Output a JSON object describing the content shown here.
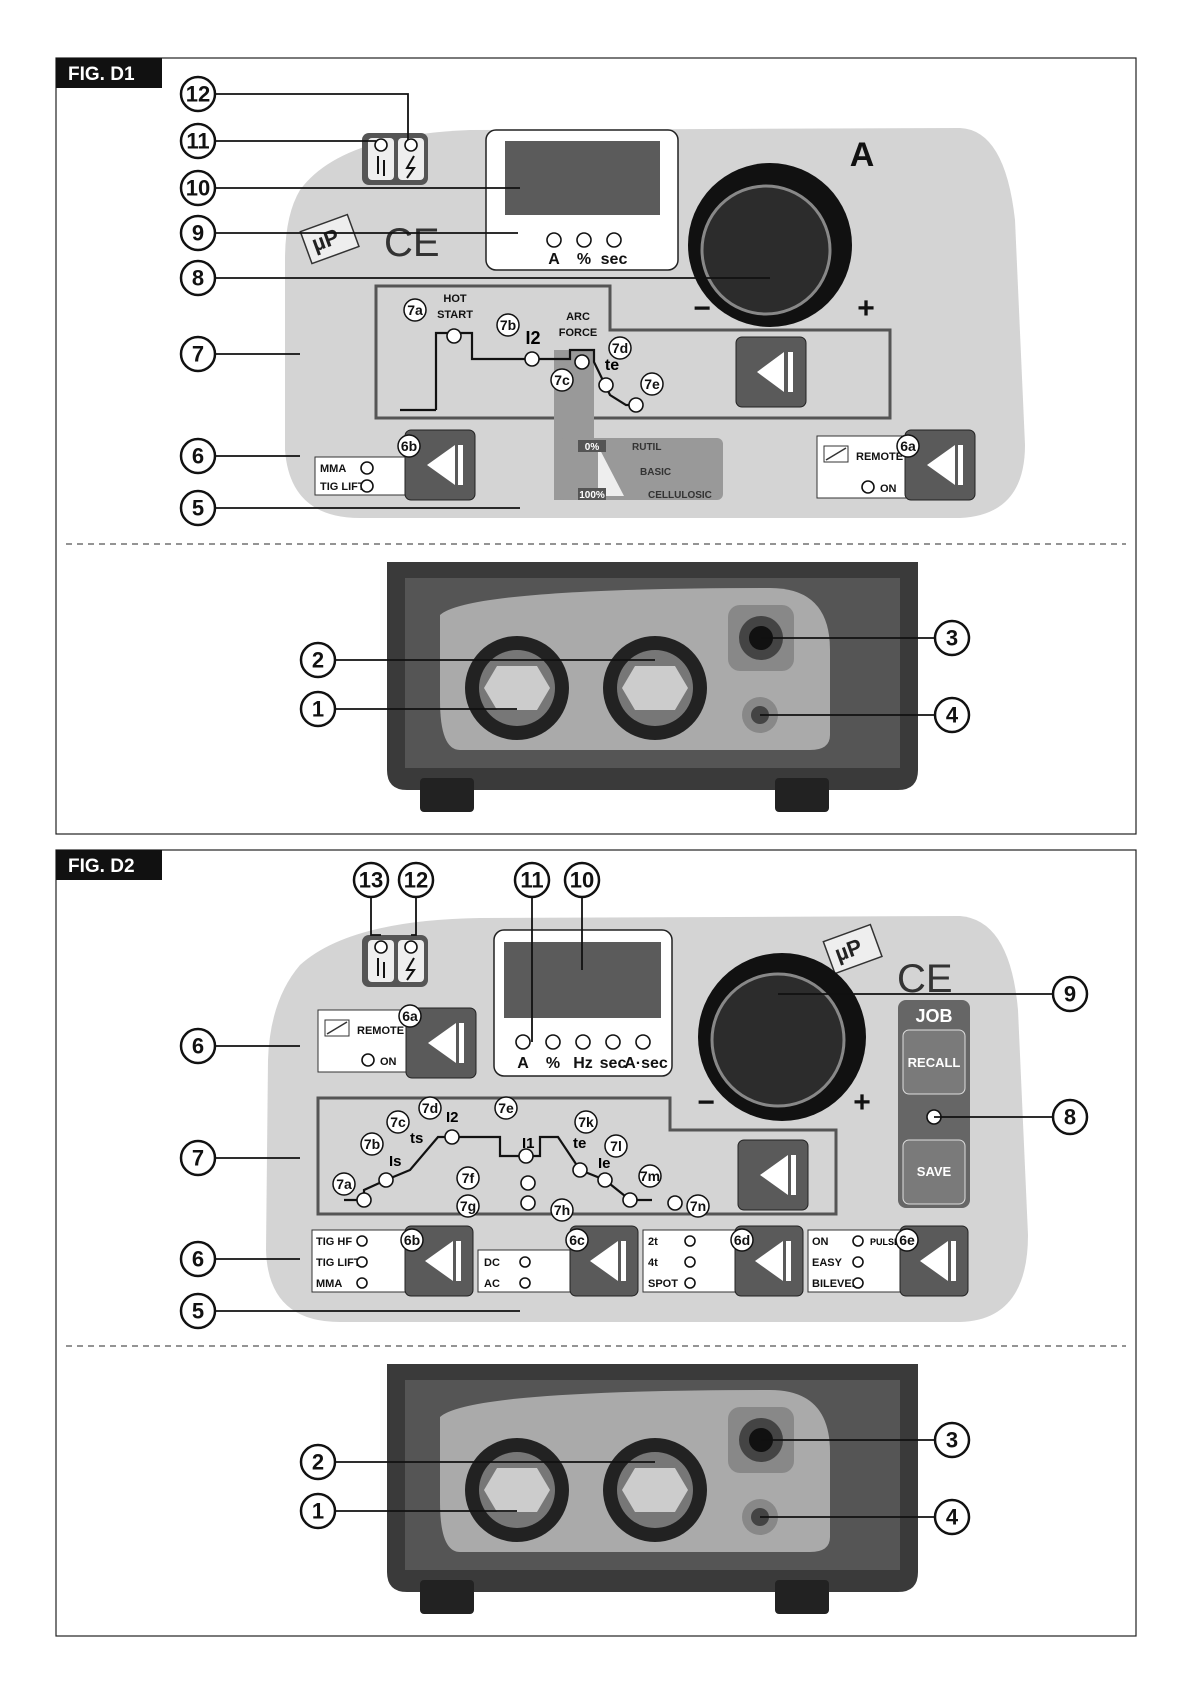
{
  "figures": [
    {
      "title": "FIG. D1",
      "callouts": [
        "1",
        "2",
        "3",
        "4",
        "5",
        "6",
        "7",
        "8",
        "9",
        "10",
        "11",
        "12"
      ],
      "sub_callouts": [
        "7a",
        "7b",
        "7c",
        "7d",
        "7e",
        "6a",
        "6b"
      ],
      "display_units": [
        "A",
        "%",
        "sec"
      ],
      "knob_label": "A",
      "minus": "−",
      "plus": "+",
      "hot_start": [
        "HOT",
        "START"
      ],
      "arc_force": [
        "ARC",
        "FORCE"
      ],
      "i2": "I2",
      "te": "te",
      "process_buttons": [
        "MMA",
        "TIG LIFT"
      ],
      "remote": {
        "label": "REMOTE",
        "on": "ON"
      },
      "arc_force_scale": {
        "low": "0%",
        "high": "100%",
        "types": [
          "RUTIL",
          "BASIC",
          "CELLULOSIC"
        ]
      }
    },
    {
      "title": "FIG. D2",
      "callouts": [
        "1",
        "2",
        "3",
        "4",
        "5",
        "6",
        "6",
        "7",
        "8",
        "9",
        "10",
        "11",
        "12",
        "13"
      ],
      "sub_callouts": [
        "6a",
        "6b",
        "6c",
        "6d",
        "6e",
        "7a",
        "7b",
        "7c",
        "7d",
        "7e",
        "7f",
        "7g",
        "7h",
        "7k",
        "7l",
        "7m",
        "7n"
      ],
      "display_units": [
        "A",
        "%",
        "Hz",
        "sec",
        "A·sec"
      ],
      "graph_labels": {
        "is": "Is",
        "ts": "ts",
        "i2": "I2",
        "i1": "I1",
        "te": "te",
        "ie": "Ie"
      },
      "job": {
        "title": "JOB",
        "recall": "RECALL",
        "save": "SAVE"
      },
      "remote": {
        "label": "REMOTE",
        "on": "ON"
      },
      "group_b": [
        "TIG HF",
        "TIG LIFT",
        "MMA"
      ],
      "group_c": [
        "DC",
        "AC"
      ],
      "group_d": [
        "2t",
        "4t",
        "SPOT"
      ],
      "group_e": [
        "ON",
        "EASY",
        "BILEVEL"
      ],
      "pulse_label": "PULSE"
    }
  ],
  "colors": {
    "panel": "#d4d4d4",
    "button": "#5a5a5a",
    "display": "#5b5b5b",
    "machine": "#3a3a3a"
  }
}
